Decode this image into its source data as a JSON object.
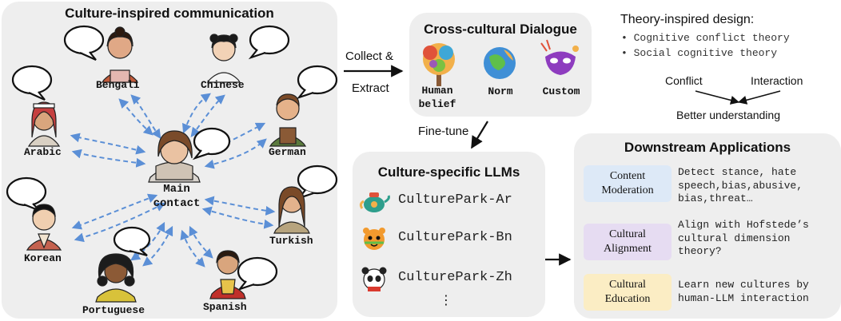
{
  "left_panel": {
    "title": "Culture-inspired communication",
    "center": "Main\ncontact",
    "languages": {
      "bengali": "Bengali",
      "chinese": "Chinese",
      "arabic": "Arabic",
      "german": "German",
      "korean": "Korean",
      "turkish": "Turkish",
      "portuguese": "Portuguese",
      "spanish": "Spanish"
    }
  },
  "arrow_collect": {
    "line1": "Collect &",
    "line2": "Extract"
  },
  "dialogue_panel": {
    "title": "Cross-cultural Dialogue",
    "items": [
      {
        "label": "Human\nbelief",
        "icon": "tree-icon"
      },
      {
        "label": "Norm",
        "icon": "globe-icon"
      },
      {
        "label": "Custom",
        "icon": "mask-icon"
      }
    ]
  },
  "finetune_label": "Fine-tune",
  "llm_panel": {
    "title": "Culture-specific LLMs",
    "models": [
      "CulturePark-Ar",
      "CulturePark-Bn",
      "CulturePark-Zh"
    ],
    "more": "⋮"
  },
  "theory": {
    "title": "Theory-inspired design:",
    "bullets": [
      "Cognitive conflict theory",
      "Social cognitive theory"
    ],
    "conflict": "Conflict",
    "interaction": "Interaction",
    "result": "Better understanding"
  },
  "apps_panel": {
    "title": "Downstream Applications",
    "apps": [
      {
        "name": "Content\nModeration",
        "desc": "Detect stance, hate\nspeech,bias,abusive,\nbias,threat…",
        "color": "#dde9f7"
      },
      {
        "name": "Cultural\nAlignment",
        "desc": "Align with Hofstede’s\ncultural dimension\ntheory?",
        "color": "#e6dcf2"
      },
      {
        "name": "Cultural\nEducation",
        "desc": "Learn new cultures by\nhuman-LLM interaction",
        "color": "#fbedc4"
      }
    ]
  },
  "colors": {
    "panel": "#eeeeee",
    "dash_arrow": "#5b8fd6"
  }
}
